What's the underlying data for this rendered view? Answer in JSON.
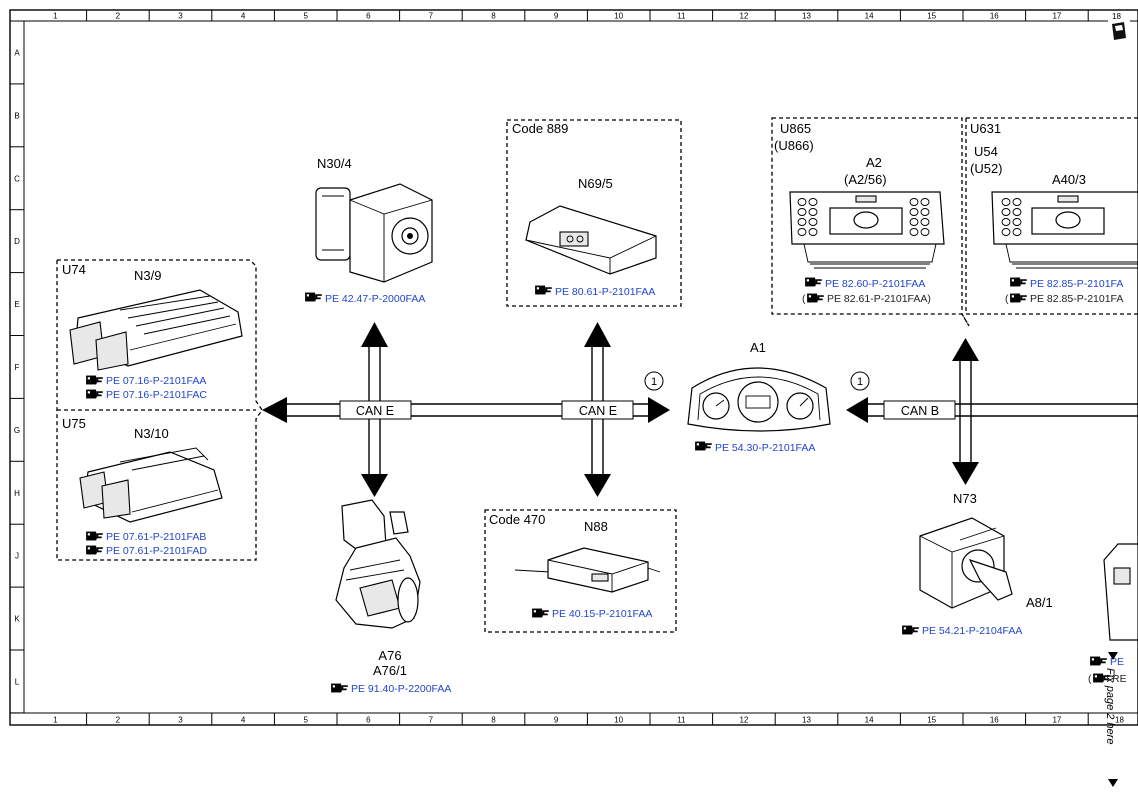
{
  "grid": {
    "columns": [
      "1",
      "2",
      "3",
      "4",
      "5",
      "6",
      "7",
      "8",
      "9",
      "10",
      "11",
      "12",
      "13",
      "14",
      "15",
      "16",
      "17",
      "18"
    ],
    "rows": [
      "A",
      "B",
      "C",
      "D",
      "E",
      "F",
      "G",
      "H",
      "J",
      "K",
      "L"
    ]
  },
  "groups": {
    "u74": "U74",
    "u75": "U75",
    "code889": "Code 889",
    "code470": "Code 470",
    "u865": "U865",
    "u866": "(U866)",
    "u631": "U631",
    "u54": "U54",
    "u52": "(U52)"
  },
  "components": {
    "n3_9": {
      "label": "N3/9",
      "refs": [
        "PE 07.16-P-2101FAA",
        "PE 07.16-P-2101FAC"
      ]
    },
    "n3_10": {
      "label": "N3/10",
      "refs": [
        "PE 07.61-P-2101FAB",
        "PE 07.61-P-2101FAD"
      ]
    },
    "n30_4": {
      "label": "N30/4",
      "refs": [
        "PE 42.47-P-2000FAA"
      ]
    },
    "n69_5": {
      "label": "N69/5",
      "refs": [
        "PE 80.61-P-2101FAA"
      ]
    },
    "a76": {
      "label": "A76",
      "label2": "A76/1",
      "refs": [
        "PE 91.40-P-2200FAA"
      ]
    },
    "n88": {
      "label": "N88",
      "refs": [
        "PE 40.15-P-2101FAA"
      ]
    },
    "a1": {
      "label": "A1",
      "refs": [
        "PE 54.30-P-2101FAA"
      ]
    },
    "a2": {
      "label": "A2",
      "label2": "(A2/56)",
      "refs": [
        "PE 82.60-P-2101FAA",
        "PE 82.61-P-2101FAA)"
      ]
    },
    "a40_3": {
      "label": "A40/3",
      "refs": [
        "PE 82.85-P-2101FA",
        "PE 82.85-P-2101FA"
      ]
    },
    "n73": {
      "label": "N73",
      "label2": "A8/1",
      "refs": [
        "PE 54.21-P-2104FAA"
      ]
    },
    "edge": {
      "refs": [
        "PE",
        "RE"
      ]
    }
  },
  "buses": {
    "can_e_1": "CAN E",
    "can_e_2": "CAN E",
    "can_b": "CAN B",
    "marker_1": "1",
    "marker_2": "1"
  },
  "side_note": "Fix page 2 here",
  "corner_badge": "18"
}
